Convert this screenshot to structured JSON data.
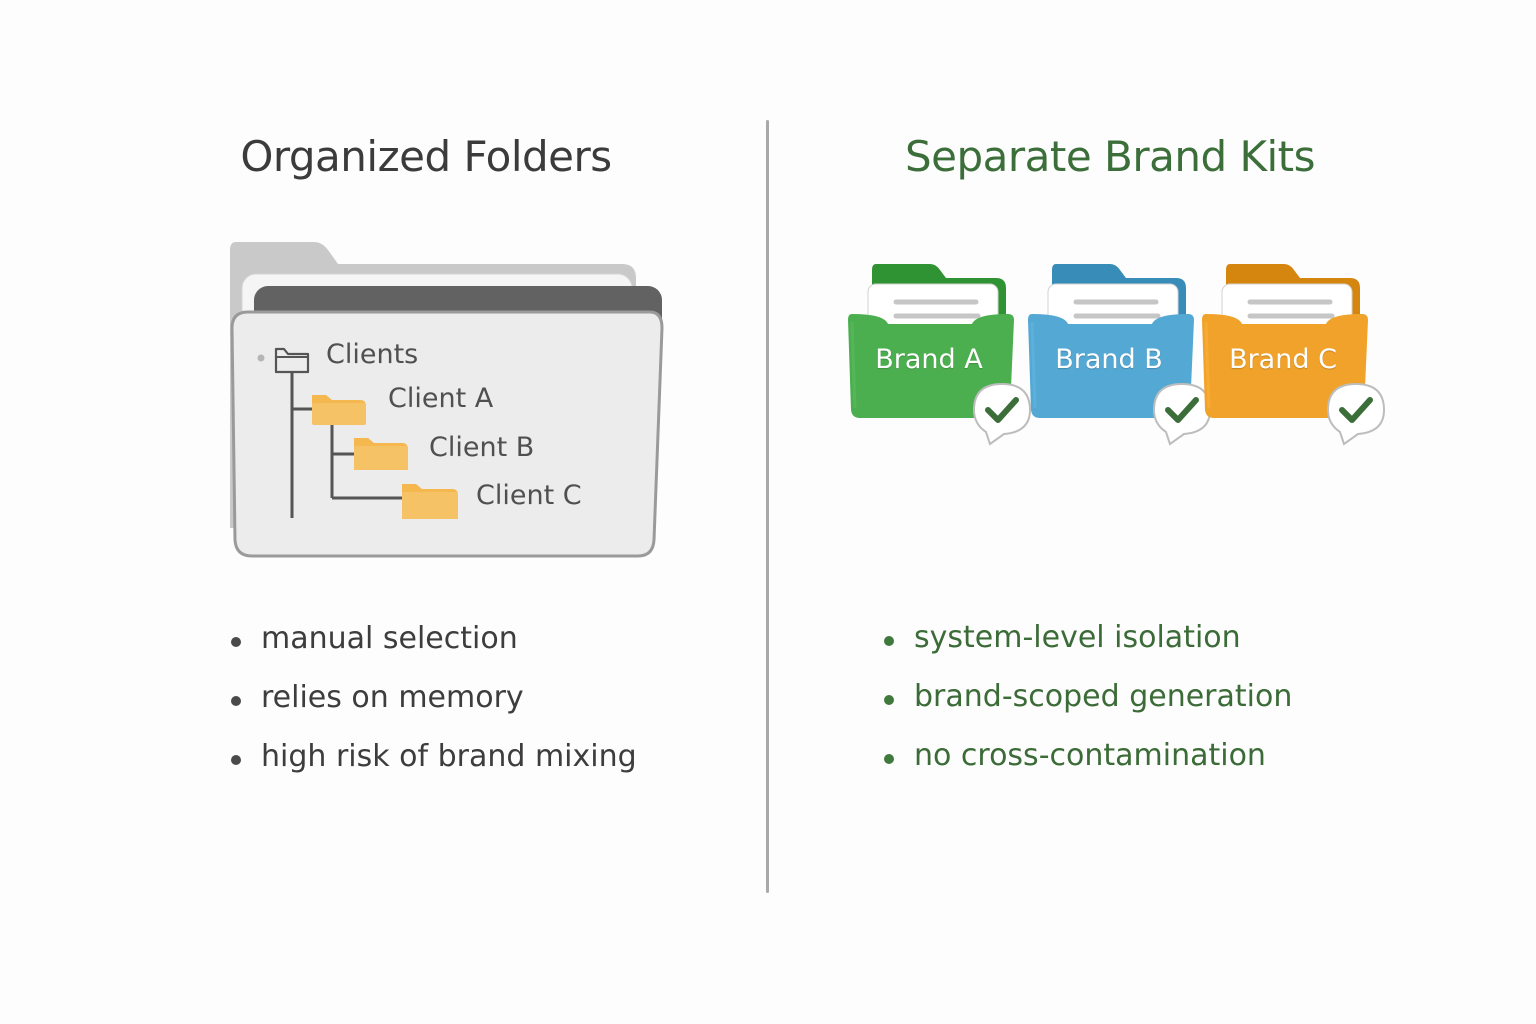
{
  "left": {
    "title": "Organized Folders",
    "tree": {
      "root": "Clients",
      "children": [
        "Client A",
        "Client B",
        "Client C"
      ]
    },
    "bullets": [
      "manual selection",
      "relies on memory",
      "high risk of brand mixing"
    ]
  },
  "right": {
    "title": "Separate Brand Kits",
    "kits": [
      {
        "label": "Brand A",
        "color": "#4caf4f"
      },
      {
        "label": "Brand B",
        "color": "#54a8d4"
      },
      {
        "label": "Brand C",
        "color": "#f0a22a"
      }
    ],
    "bullets": [
      "system-level isolation",
      "brand-scoped generation",
      "no cross-contamination"
    ]
  },
  "colors": {
    "left_title": "#3b3b3b",
    "right_title": "#3c6e3a",
    "check": "#3c6e3a",
    "tree_folder": "#f4b84f"
  },
  "icons": [
    "folder-icon",
    "folder-outline-icon",
    "checkmark-badge-icon",
    "document-icon"
  ]
}
